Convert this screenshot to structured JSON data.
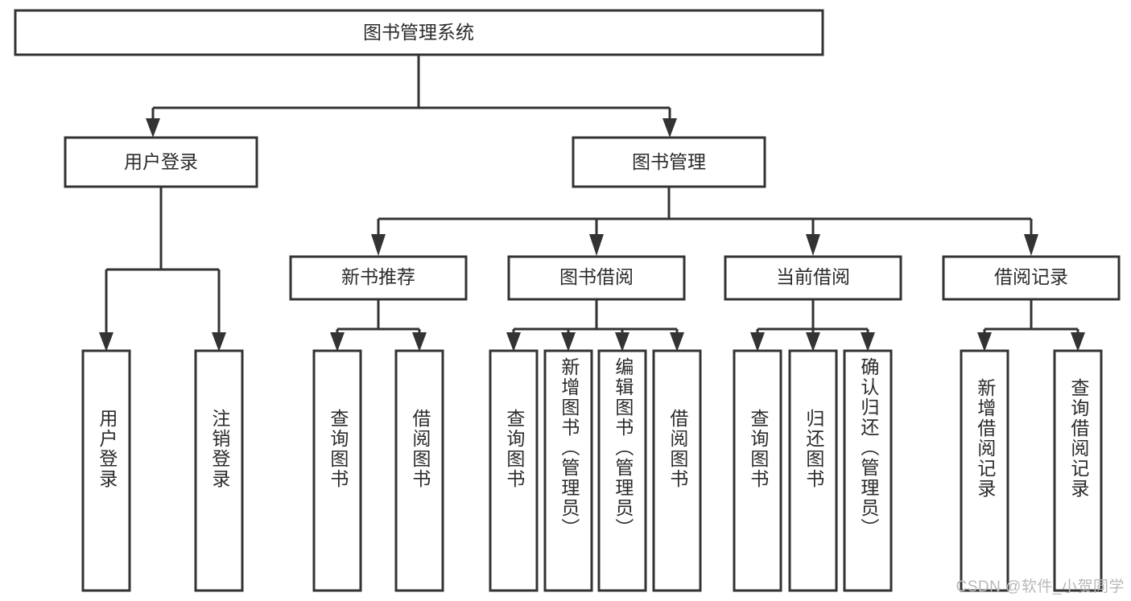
{
  "diagram": {
    "title": "图书管理系统",
    "type": "tree-hierarchy",
    "watermark": "CSDN @软件_小贺同学",
    "colors": {
      "stroke": "#333333",
      "box_fill": "#ffffff",
      "text": "#2b2b2b",
      "watermark": "#b9b9b9",
      "background": "#ffffff"
    },
    "root": {
      "label": "图书管理系统"
    },
    "level2": [
      {
        "label": "用户登录"
      },
      {
        "label": "图书管理"
      }
    ],
    "level3": [
      {
        "label": "新书推荐"
      },
      {
        "label": "图书借阅"
      },
      {
        "label": "当前借阅"
      },
      {
        "label": "借阅记录"
      }
    ],
    "leaves": {
      "user_login": [
        {
          "label": "用户登录"
        },
        {
          "label": "注销登录"
        }
      ],
      "new_book_recommend": [
        {
          "label": "查询图书"
        },
        {
          "label": "借阅图书"
        }
      ],
      "book_borrow": [
        {
          "label": "查询图书"
        },
        {
          "label": "新增图书（管理员）"
        },
        {
          "label": "编辑图书（管理员）"
        },
        {
          "label": "借阅图书"
        }
      ],
      "current_borrow": [
        {
          "label": "查询图书"
        },
        {
          "label": "归还图书"
        },
        {
          "label": "确认归还（管理员）"
        }
      ],
      "borrow_record": [
        {
          "label": "新增借阅记录"
        },
        {
          "label": "查询借阅记录"
        }
      ]
    }
  }
}
